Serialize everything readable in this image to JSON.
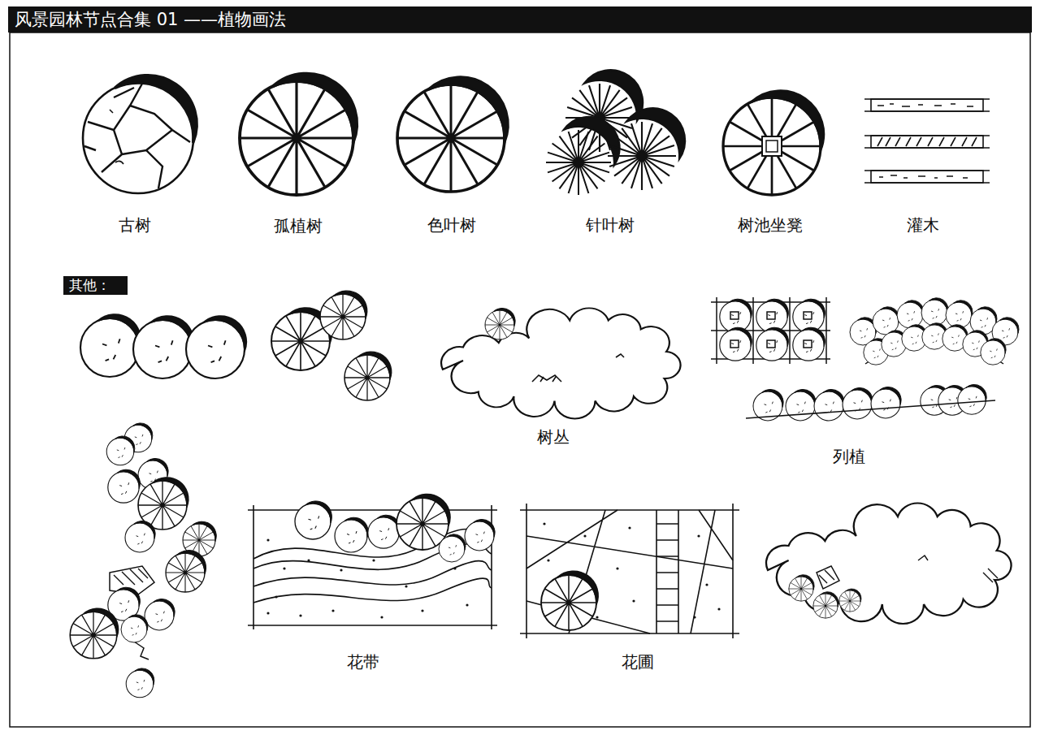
{
  "diagram": {
    "title": "风景园林节点合集 01 ——植物画法",
    "nodes": [
      {
        "text": [
          "其他："
        ]
      }
    ],
    "labels": [
      "古树",
      "孤植树",
      "色叶树",
      "针叶树",
      "树池坐凳",
      "灌木",
      "树丛",
      "列植",
      "花带",
      "花圃"
    ]
  }
}
